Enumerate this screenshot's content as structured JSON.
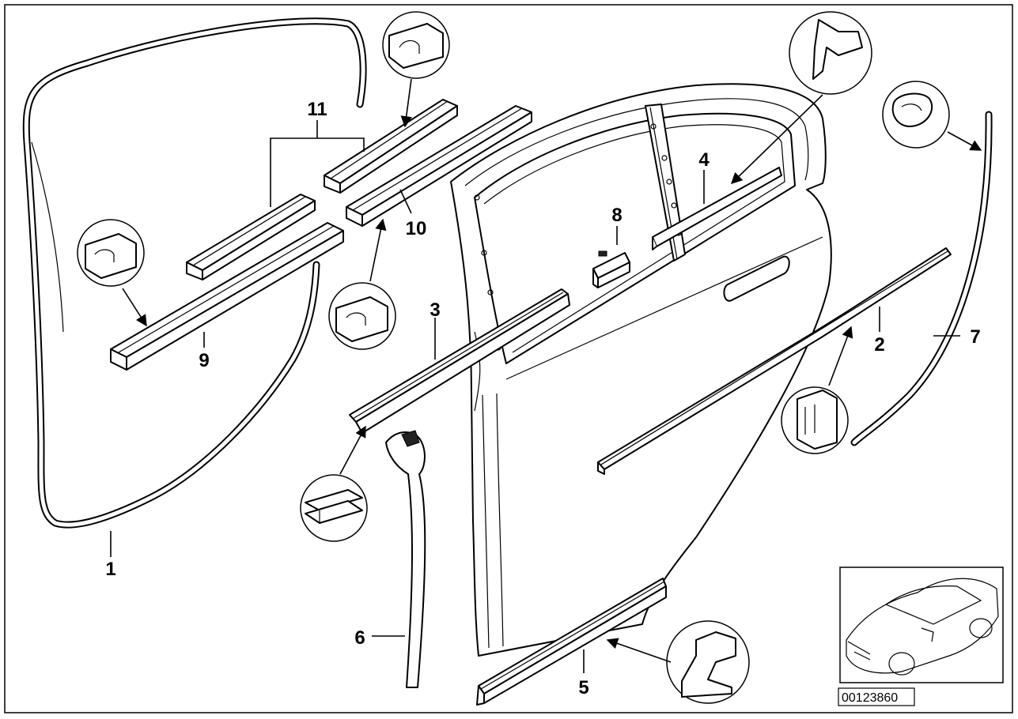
{
  "callouts": {
    "c1": "1",
    "c2": "2",
    "c3": "3",
    "c4": "4",
    "c5": "5",
    "c6": "6",
    "c7": "7",
    "c8": "8",
    "c9": "9",
    "c10": "10",
    "c11": "11"
  },
  "diagram_code": "00123860"
}
